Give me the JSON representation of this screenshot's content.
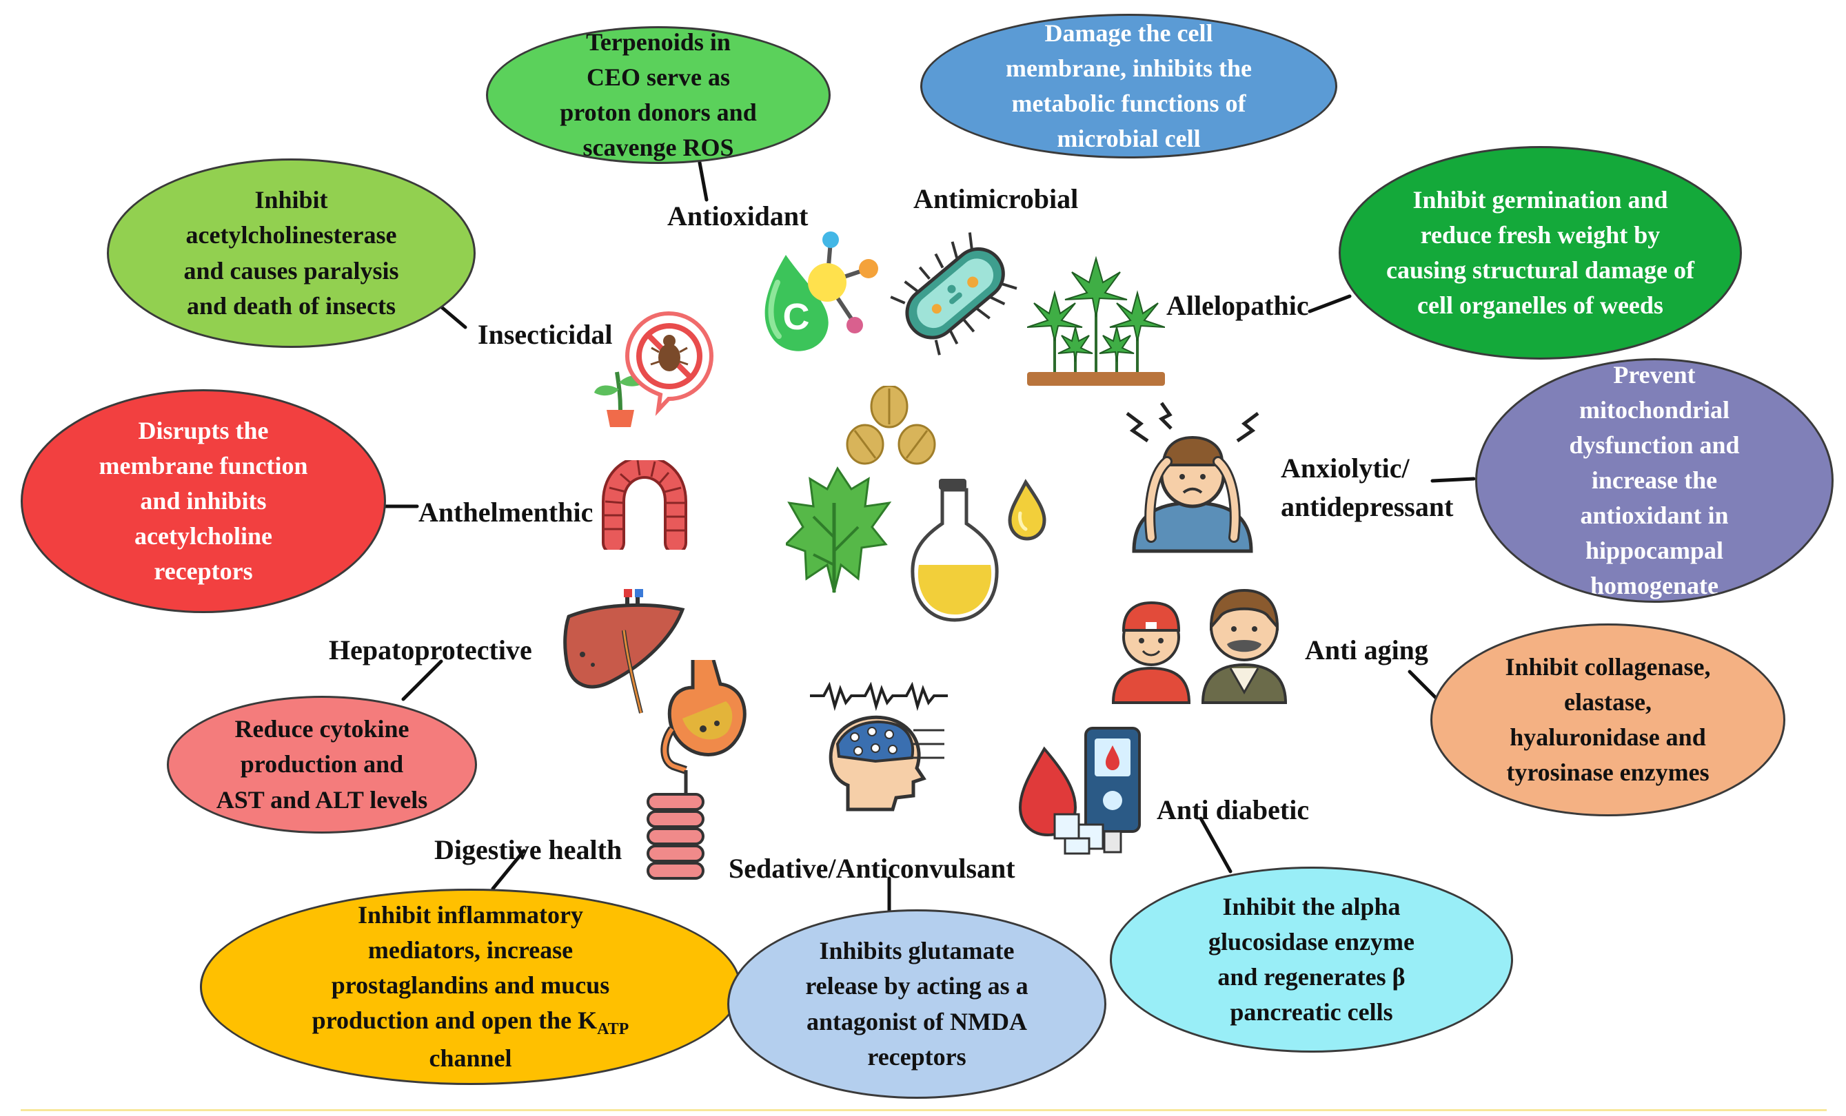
{
  "diagram": {
    "properties": [
      {
        "id": "antioxidant",
        "label": "Antioxidant",
        "mechanism": "Terpenoids in\nCEO serve as\nproton donors and\nscavenge ROS",
        "color": "#5bd15b",
        "icon": "antioxidant-molecule-icon"
      },
      {
        "id": "antimicrobial",
        "label": "Antimicrobial",
        "mechanism": "Damage the cell\nmembrane, inhibits the\nmetabolic functions of\nmicrobial cell",
        "color": "#5b9bd5",
        "icon": "bacteria-icon"
      },
      {
        "id": "allelopathic",
        "label": "Allelopathic",
        "mechanism": "Inhibit  germination and\nreduce fresh weight  by\ncausing structural damage of\ncell organelles of weeds",
        "color": "#14a93a",
        "icon": "weeds-icon"
      },
      {
        "id": "insecticidal",
        "label": "Insecticidal",
        "mechanism": "Inhibit\nacetylcholinesterase\nand causes paralysis\nand death of insects",
        "color": "#92d050",
        "icon": "no-insect-icon"
      },
      {
        "id": "anthelmenthic",
        "label": "Anthelmenthic",
        "mechanism": "Disrupts the\nmembrane function\nand inhibits\nacetylcholine\nreceptors",
        "color": "#f24040",
        "icon": "worm-icon"
      },
      {
        "id": "anxiolytic",
        "label": "Anxiolytic/\nantidepressant",
        "mechanism": "Prevent\nmitochondrial\ndysfunction and\nincrease the\nantioxidant in\nhippocampal\nhomogenate",
        "color": "#8080b8",
        "icon": "stressed-person-icon"
      },
      {
        "id": "hepatoprotective",
        "label": "Hepatoprotective",
        "mechanism": "Reduce cytokine\nproduction and\nAST and ALT levels",
        "color": "#f47c7c",
        "icon": "liver-icon"
      },
      {
        "id": "antiaging",
        "label": "Anti aging",
        "mechanism": "Inhibit  collagenase,\nelastase,\nhyaluronidase  and\ntyrosinase enzymes",
        "color": "#f4b183",
        "icon": "young-old-people-icon"
      },
      {
        "id": "antidiabetic",
        "label": "Anti diabetic",
        "mechanism": "Inhibit the alpha\nglucosidase enzyme\nand regenerates β\npancreatic cells",
        "color": "#99eef7",
        "icon": "glucose-meter-icon"
      },
      {
        "id": "digestive",
        "label": "Digestive health",
        "mechanism": "Inhibit inflammatory\nmediators, increase\nprostaglandins and mucus\nproduction and open the K",
        "mechanism_sub": "ATP",
        "mechanism_tail": "channel",
        "color": "#ffc000",
        "icon": "digestive-system-icon"
      },
      {
        "id": "sedative",
        "label": "Sedative/Anticonvulsant",
        "mechanism": "Inhibits  glutamate\nrelease by acting as a\nantagonist of NMDA\nreceptors",
        "color": "#b4cfee",
        "icon": "brain-eeg-icon"
      }
    ],
    "center_icon": "coriander-oil-icon",
    "colors": {
      "outline": "#3a3a3a",
      "connector": "#111111",
      "rule": "#f7e79a"
    }
  }
}
